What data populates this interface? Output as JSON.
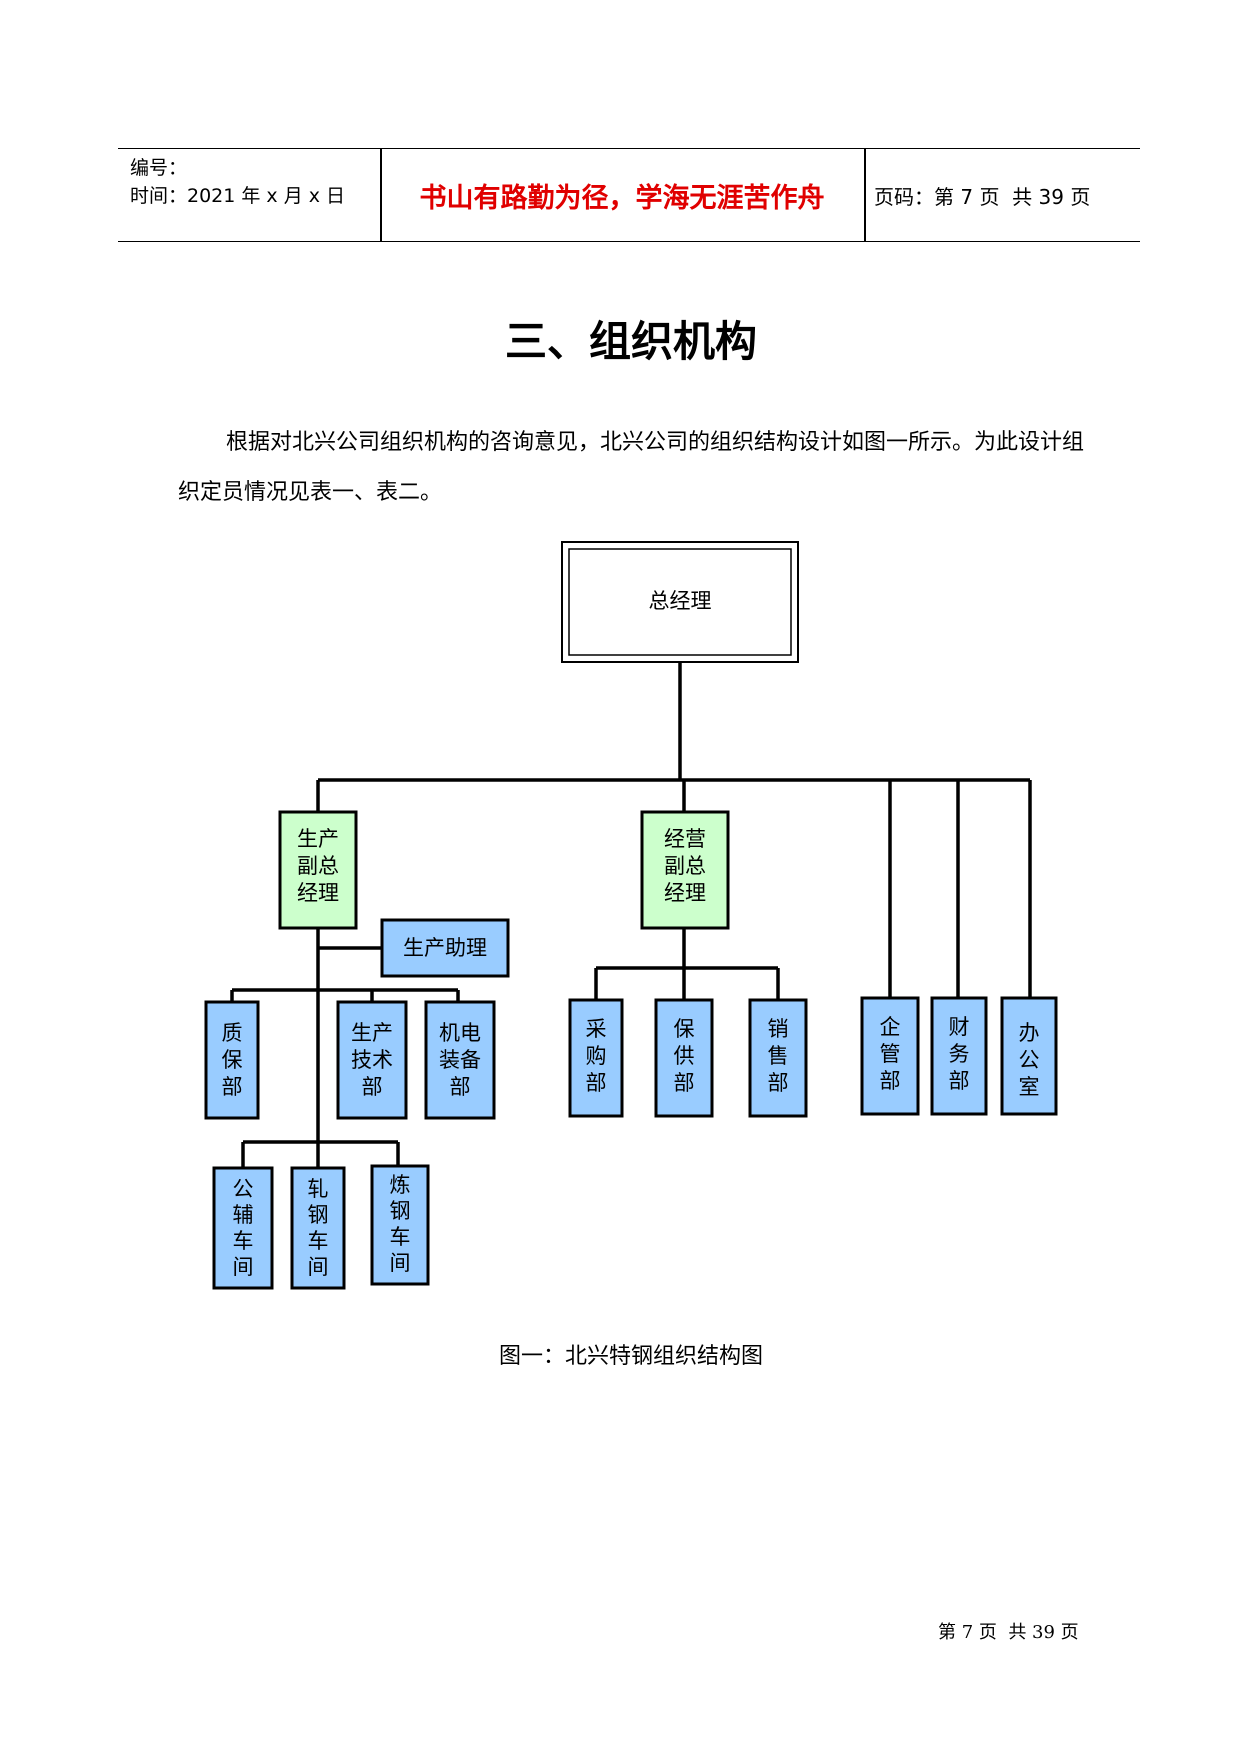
{
  "header": {
    "number_label": "编号：",
    "time_label": "时间：2021 年 x 月 x 日",
    "motto": "书山有路勤为径，学海无涯苦作舟",
    "page_info": "页码：第 7 页  共 39 页"
  },
  "title": "三、组织机构",
  "paragraph": "根据对北兴公司组织机构的咨询意见，北兴公司的组织结构设计如图一所示。为此设计组织定员情况见表一、表二。",
  "colors": {
    "green_box": "#ccffcc",
    "blue_box": "#99ccff",
    "motto_red": "#e00000"
  },
  "org": {
    "ceo": "总经理",
    "prod_vp": [
      "生产",
      "副总",
      "经理"
    ],
    "sales_vp": [
      "经营",
      "副总",
      "经理"
    ],
    "prod_assistant": "生产助理",
    "quality": [
      "质",
      "保",
      "部"
    ],
    "tech": [
      "生产",
      "技术",
      "部"
    ],
    "mech": [
      "机电",
      "装备",
      "部"
    ],
    "aux_ws": [
      "公",
      "辅",
      "车",
      "间"
    ],
    "roll_ws": [
      "轧",
      "钢",
      "车",
      "间"
    ],
    "smelt_ws": [
      "炼",
      "钢",
      "车",
      "间"
    ],
    "purchase": [
      "采",
      "购",
      "部"
    ],
    "supply": [
      "保",
      "供",
      "部"
    ],
    "sales": [
      "销",
      "售",
      "部"
    ],
    "enterprise": [
      "企",
      "管",
      "部"
    ],
    "finance": [
      "财",
      "务",
      "部"
    ],
    "office": [
      "办",
      "公",
      "室"
    ]
  },
  "caption": "图一：北兴特钢组织结构图",
  "footer": "第 7 页  共 39 页"
}
